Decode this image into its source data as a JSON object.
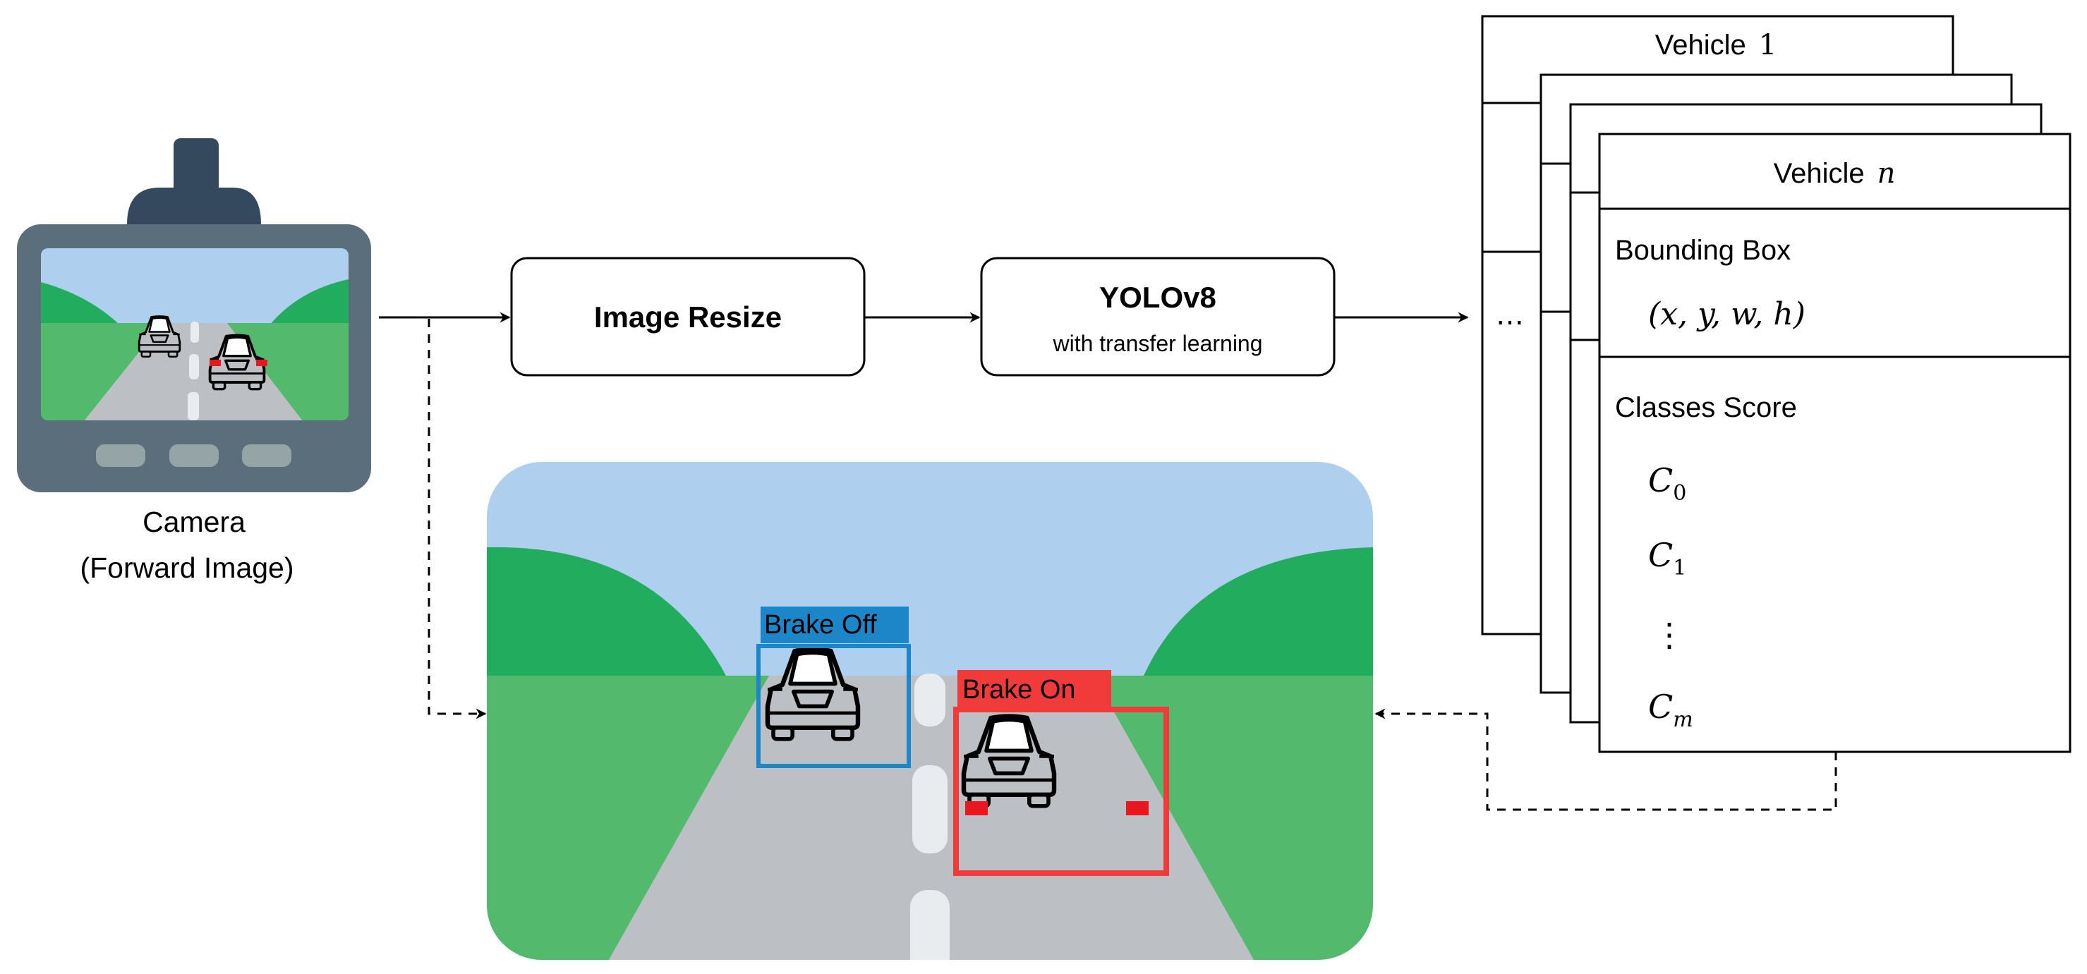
{
  "camera": {
    "caption_line1": "Camera",
    "caption_line2": "(Forward Image)"
  },
  "pipeline": {
    "resize_label": "Image Resize",
    "yolo_label": "YOLOv8",
    "yolo_sublabel": "with transfer learning"
  },
  "stack": {
    "first_card_label": "Vehicle",
    "first_card_index": "1",
    "ellipsis": "⋯",
    "card_label": "Vehicle",
    "card_index": "n",
    "bounding_box_heading": "Bounding Box",
    "bounding_box_formula": "(x, y, w, h)",
    "classes_heading": "Classes Score",
    "classes": [
      {
        "sym": "C",
        "sub": "0"
      },
      {
        "sym": "C",
        "sub": "1"
      },
      {
        "sym": "⋮",
        "sub": ""
      },
      {
        "sym": "C",
        "sub": "m"
      }
    ]
  },
  "detections": [
    {
      "label": "Brake Off",
      "color": "#1b87c9"
    },
    {
      "label": "Brake On",
      "color": "#f13a3a"
    }
  ],
  "colors": {
    "sky": "#aed0ee",
    "hills": "#22ac5e",
    "grass": "#52b96d",
    "road": "#bcc0c4",
    "lane": "#e9ecee",
    "camera_body": "#5a6f7b",
    "camera_mount": "#34495e",
    "brake_light": "#e8161d",
    "car_body": "#bcc0c4"
  },
  "icons": [
    "dashcam-icon",
    "car-icon"
  ]
}
